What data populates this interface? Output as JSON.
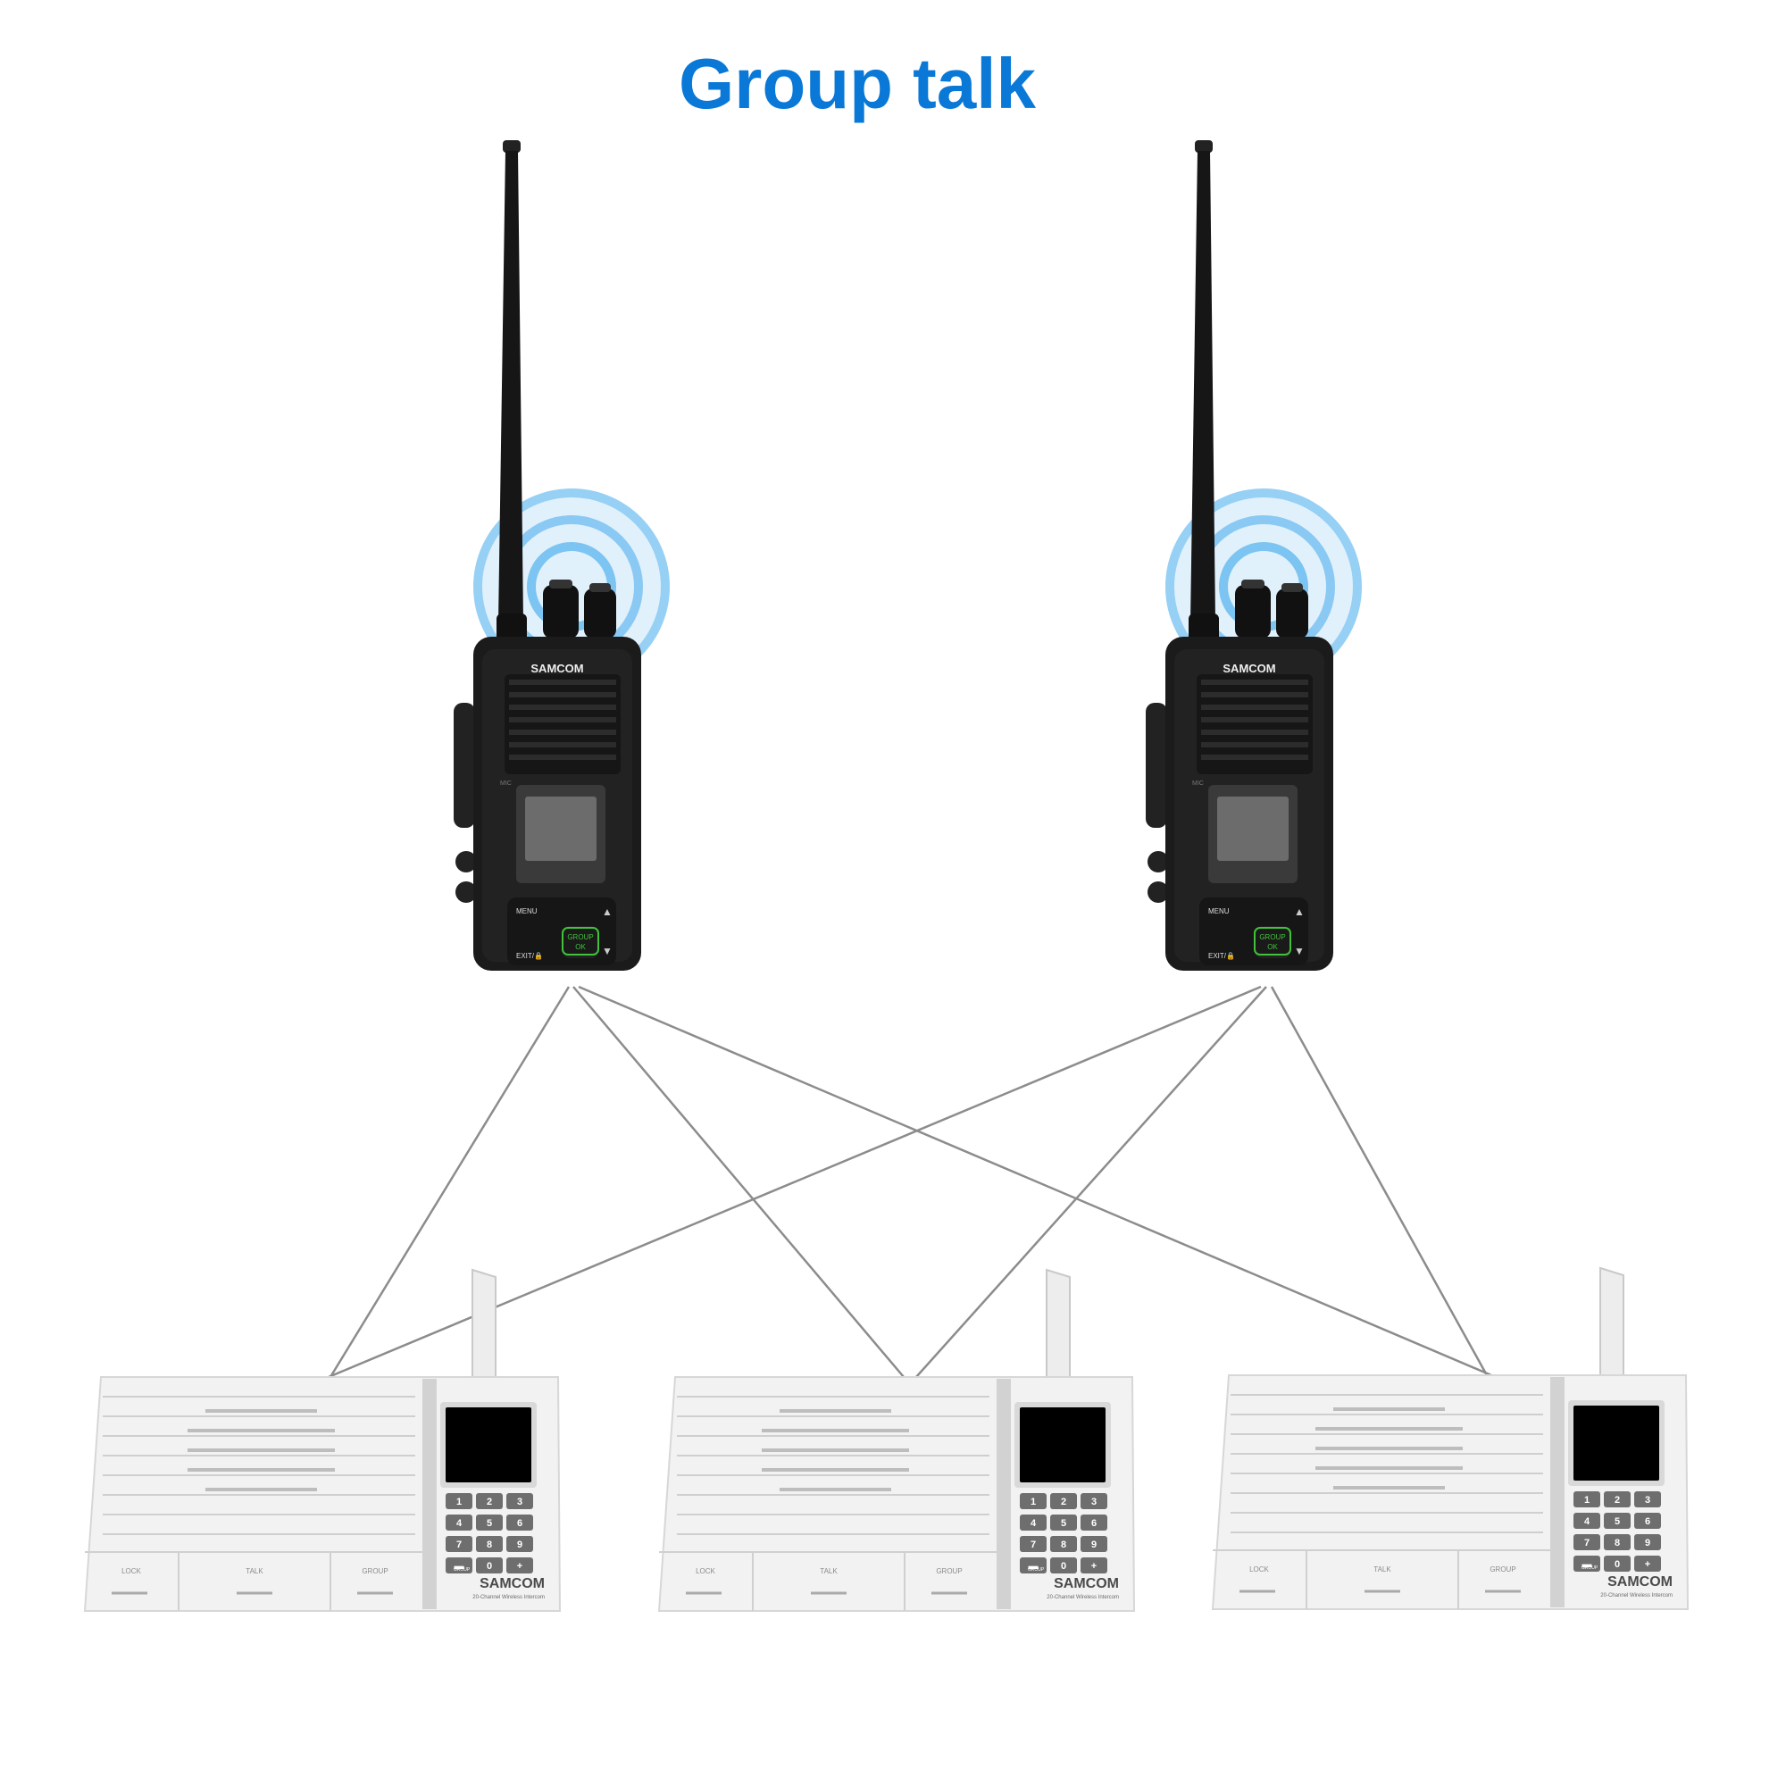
{
  "title": "Group talk",
  "colors": {
    "title": "#0a78d7",
    "link_line": "#8c8c8c",
    "signal_ring": "#5ab4ee",
    "radio_body": "#1b1b1b",
    "radio_ok_button": "#41c23a",
    "base_body": "#f2f2f2",
    "base_screen": "#000000"
  },
  "radio": {
    "brand": "SAMCOM",
    "mic_label": "MIC",
    "menu_label": "MENU",
    "exit_label": "EXIT/🔒",
    "ok_button_line1": "GROUP",
    "ok_button_line2": "OK",
    "up_label": "▲",
    "down_label": "▼"
  },
  "base_station": {
    "brand": "SAMCOM",
    "subtitle": "20-Channel Wireless Intercom",
    "buttons": [
      "LOCK",
      "TALK",
      "GROUP"
    ],
    "keypad": [
      "1",
      "2",
      "3",
      "4",
      "5",
      "6",
      "7",
      "8",
      "9",
      "▬",
      "0",
      "+"
    ],
    "group_key_sub": "GROUP"
  }
}
